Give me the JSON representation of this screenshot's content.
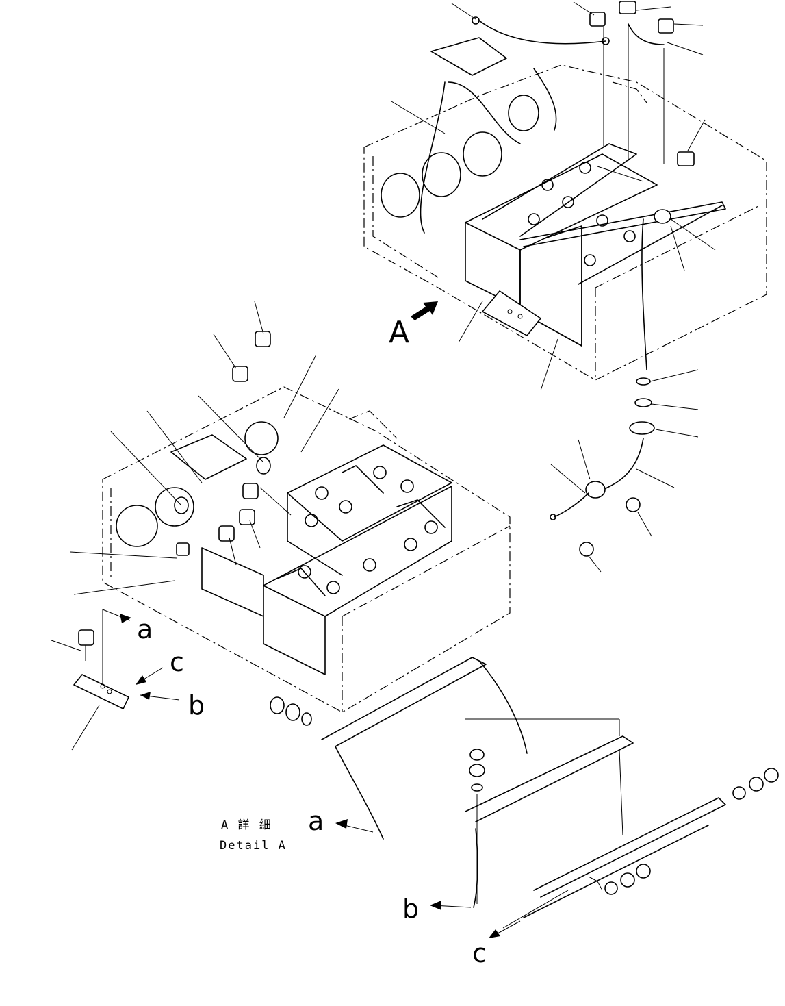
{
  "view_label": "A",
  "detail_caption": {
    "japanese": "A 詳 細",
    "english": "Detail A"
  },
  "section_marks": {
    "a_left": "a",
    "b_left": "b",
    "c_left": "c",
    "a_detail": "a",
    "b_detail": "b",
    "c_detail": "c"
  }
}
